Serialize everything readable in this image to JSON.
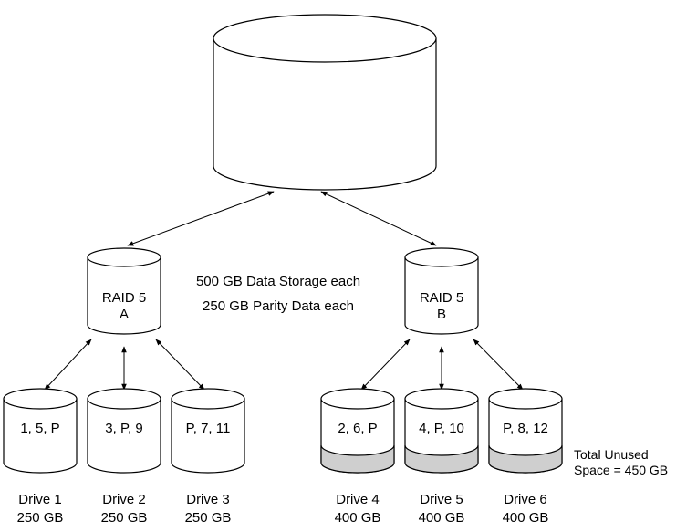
{
  "raid_a": {
    "line1": "RAID 5",
    "line2": "A"
  },
  "raid_b": {
    "line1": "RAID 5",
    "line2": "B"
  },
  "note": {
    "line1": "500 GB Data Storage each",
    "line2": "250 GB Parity Data each"
  },
  "drives": [
    {
      "blocks": "1, 5, P",
      "name": "Drive 1",
      "size": "250 GB",
      "unused": false
    },
    {
      "blocks": "3, P, 9",
      "name": "Drive 2",
      "size": "250 GB",
      "unused": false
    },
    {
      "blocks": "P, 7, 11",
      "name": "Drive 3",
      "size": "250 GB",
      "unused": false
    },
    {
      "blocks": "2, 6, P",
      "name": "Drive 4",
      "size": "400 GB",
      "unused": true
    },
    {
      "blocks": "4, P, 10",
      "name": "Drive 5",
      "size": "400 GB",
      "unused": true
    },
    {
      "blocks": "P, 8, 12",
      "name": "Drive 6",
      "size": "400 GB",
      "unused": true
    }
  ],
  "unused_note": {
    "line1": "Total Unused",
    "line2": "Space = 450 GB"
  },
  "colors": {
    "unused_fill": "#cfcfcf",
    "stroke": "#000000"
  }
}
